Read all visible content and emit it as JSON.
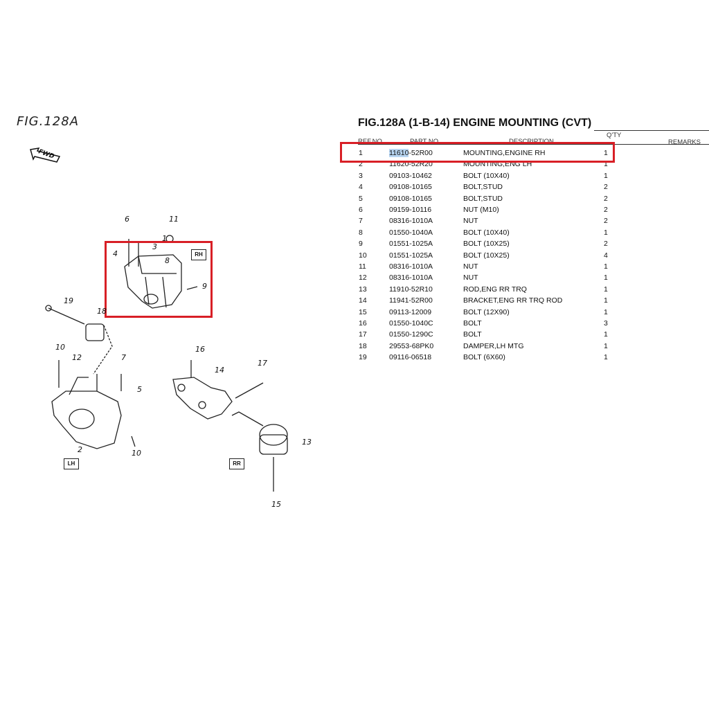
{
  "figure_label": "FIG.128A",
  "title": "FIG.128A (1-B-14) ENGINE MOUNTING (CVT)",
  "columns": {
    "ref": "REF.NO.",
    "part": "PART NO.",
    "desc": "DESCRIPTION",
    "qty": "Q'TY",
    "remarks": "REMARKS"
  },
  "highlight_text": "11610",
  "rows": [
    {
      "ref": "1",
      "part_hl": "11610",
      "part": "-52R00",
      "desc": "MOUNTING,ENGINE RH",
      "qty": "1"
    },
    {
      "ref": "2",
      "part_hl": "",
      "part": "11620-52R20",
      "desc": "MOUNTING,ENG LH",
      "qty": "1"
    },
    {
      "ref": "3",
      "part_hl": "",
      "part": "09103-10462",
      "desc": "BOLT (10X40)",
      "qty": "1"
    },
    {
      "ref": "4",
      "part_hl": "",
      "part": "09108-10165",
      "desc": "BOLT,STUD",
      "qty": "2"
    },
    {
      "ref": "5",
      "part_hl": "",
      "part": "09108-10165",
      "desc": "BOLT,STUD",
      "qty": "2"
    },
    {
      "ref": "6",
      "part_hl": "",
      "part": "09159-10116",
      "desc": "NUT (M10)",
      "qty": "2"
    },
    {
      "ref": "7",
      "part_hl": "",
      "part": "08316-1010A",
      "desc": "NUT",
      "qty": "2"
    },
    {
      "ref": "8",
      "part_hl": "",
      "part": "01550-1040A",
      "desc": "BOLT (10X40)",
      "qty": "1"
    },
    {
      "ref": "9",
      "part_hl": "",
      "part": "01551-1025A",
      "desc": "BOLT (10X25)",
      "qty": "2"
    },
    {
      "ref": "10",
      "part_hl": "",
      "part": "01551-1025A",
      "desc": "BOLT (10X25)",
      "qty": "4"
    },
    {
      "ref": "11",
      "part_hl": "",
      "part": "08316-1010A",
      "desc": "NUT",
      "qty": "1"
    },
    {
      "ref": "12",
      "part_hl": "",
      "part": "08316-1010A",
      "desc": "NUT",
      "qty": "1"
    },
    {
      "ref": "13",
      "part_hl": "",
      "part": "11910-52R10",
      "desc": "ROD,ENG RR TRQ",
      "qty": "1"
    },
    {
      "ref": "14",
      "part_hl": "",
      "part": "11941-52R00",
      "desc": "BRACKET,ENG RR TRQ ROD",
      "qty": "1"
    },
    {
      "ref": "15",
      "part_hl": "",
      "part": "09113-12009",
      "desc": "BOLT (12X90)",
      "qty": "1"
    },
    {
      "ref": "16",
      "part_hl": "",
      "part": "01550-1040C",
      "desc": "BOLT",
      "qty": "3"
    },
    {
      "ref": "17",
      "part_hl": "",
      "part": "01550-1290C",
      "desc": "BOLT",
      "qty": "1"
    },
    {
      "ref": "18",
      "part_hl": "",
      "part": "29553-68PK0",
      "desc": "DAMPER,LH MTG",
      "qty": "1"
    },
    {
      "ref": "19",
      "part_hl": "",
      "part": "09116-06518",
      "desc": "BOLT (6X60)",
      "qty": "1"
    }
  ],
  "diagram": {
    "fwd_label": "FWD",
    "tags": {
      "rh": "RH",
      "lh": "LH",
      "rr": "RR"
    },
    "callouts": [
      "6",
      "11",
      "1",
      "3",
      "4",
      "8",
      "9",
      "19",
      "18",
      "10",
      "12",
      "7",
      "5",
      "2",
      "10",
      "16",
      "14",
      "17",
      "13",
      "15"
    ]
  },
  "colors": {
    "highlight_box": "#d81f26",
    "text_highlight": "#b9d6f2"
  }
}
